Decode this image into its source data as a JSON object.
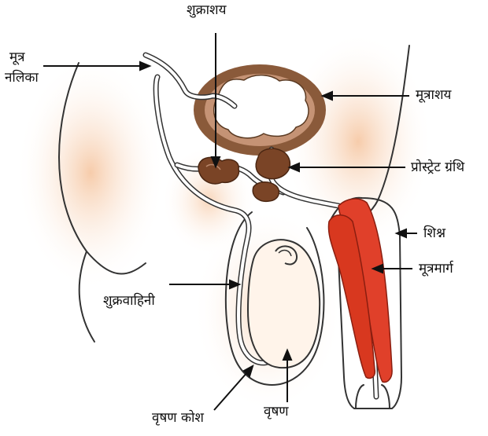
{
  "labels": {
    "seminal_vesicle": "शुक्राशय",
    "ureter_line1": "मूत्र",
    "ureter_line2": "नलिका",
    "bladder": "मूत्राशय",
    "prostate": "प्रोस्ट्रेट ग्रंथि",
    "penis": "शिश्न",
    "urethra": "मूत्रमार्ग",
    "vas_deferens": "शुक्रवाहिनी",
    "scrotum": "वृषण कोश",
    "testis": "वृषण"
  },
  "colors": {
    "skin_glow": "#f6c9a6",
    "bladder_wall": "#8a5a3a",
    "gland": "#7a4426",
    "erectile_tissue": "#e0402a",
    "outline": "#333333",
    "label_text": "#111111"
  }
}
